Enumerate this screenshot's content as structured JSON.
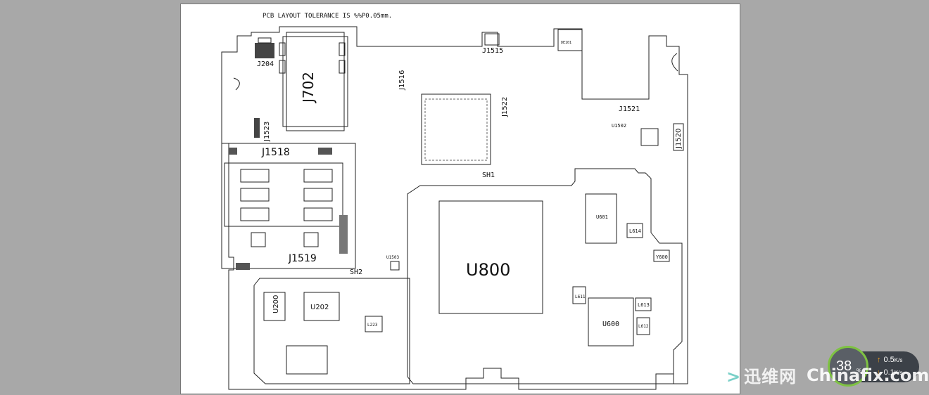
{
  "schematic": {
    "tolerance_note": "PCB LAYOUT TOLERANCE IS %%P0.05mm.",
    "refs": {
      "j204": "J204",
      "j702": "J702",
      "j1515": "J1515",
      "j1516": "J1516",
      "j1521": "J1521",
      "j1522": "J1522",
      "j1523": "J1523",
      "j1520": "J1520",
      "j1518": "J1518",
      "j1519": "J1519",
      "sh1": "SH1",
      "sh2": "SH2",
      "u800": "U800",
      "u200": "U200",
      "u202": "U202",
      "u600": "U600",
      "u601": "U601",
      "u1502": "U1502",
      "u1503": "U1503",
      "l614": "L614",
      "l613": "L613",
      "l611": "L611",
      "l612": "L612",
      "l223": "L223",
      "y600": "Y600",
      "de101": "DE101"
    }
  },
  "speed_widget": {
    "percent": "38",
    "percent_unit": "%",
    "upload_value": "0.5",
    "upload_unit": "K/s",
    "download_value": "0.1",
    "download_unit": "K/s",
    "ring_color": "#7ec242",
    "arrow_color": "#f0a020"
  },
  "watermark": {
    "left": "迅维网",
    "right": "Chinafix.com"
  }
}
